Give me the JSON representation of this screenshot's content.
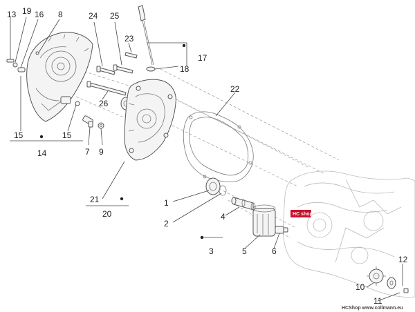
{
  "callouts": [
    "13",
    "19",
    "16",
    "8",
    "24",
    "25",
    "23",
    "17",
    "18",
    "22",
    "26",
    "15",
    "15",
    "14",
    "7",
    "9",
    "21",
    "20",
    "1",
    "2",
    "4",
    "3",
    "5",
    "6",
    "12",
    "10",
    "11"
  ],
  "badge": "HC shop",
  "watermark": "HCShop www.collmann.eu"
}
